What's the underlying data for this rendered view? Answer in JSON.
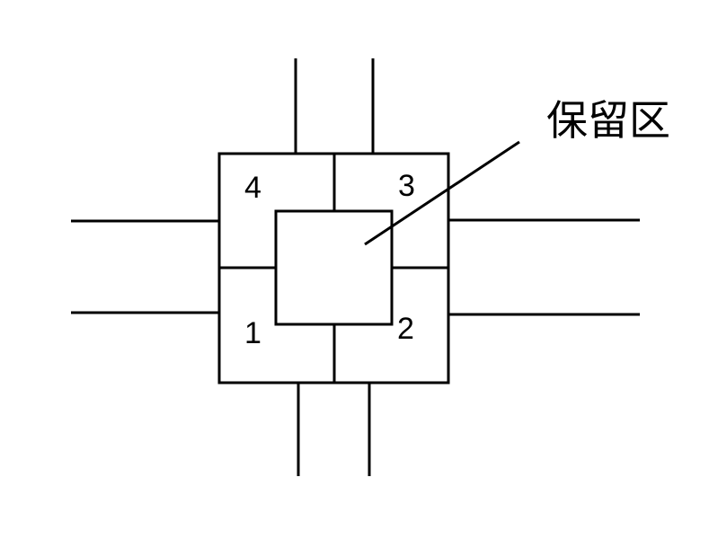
{
  "diagram": {
    "zone_labels": [
      "1",
      "2",
      "3",
      "4"
    ],
    "reserved_area_label": "保留区"
  }
}
